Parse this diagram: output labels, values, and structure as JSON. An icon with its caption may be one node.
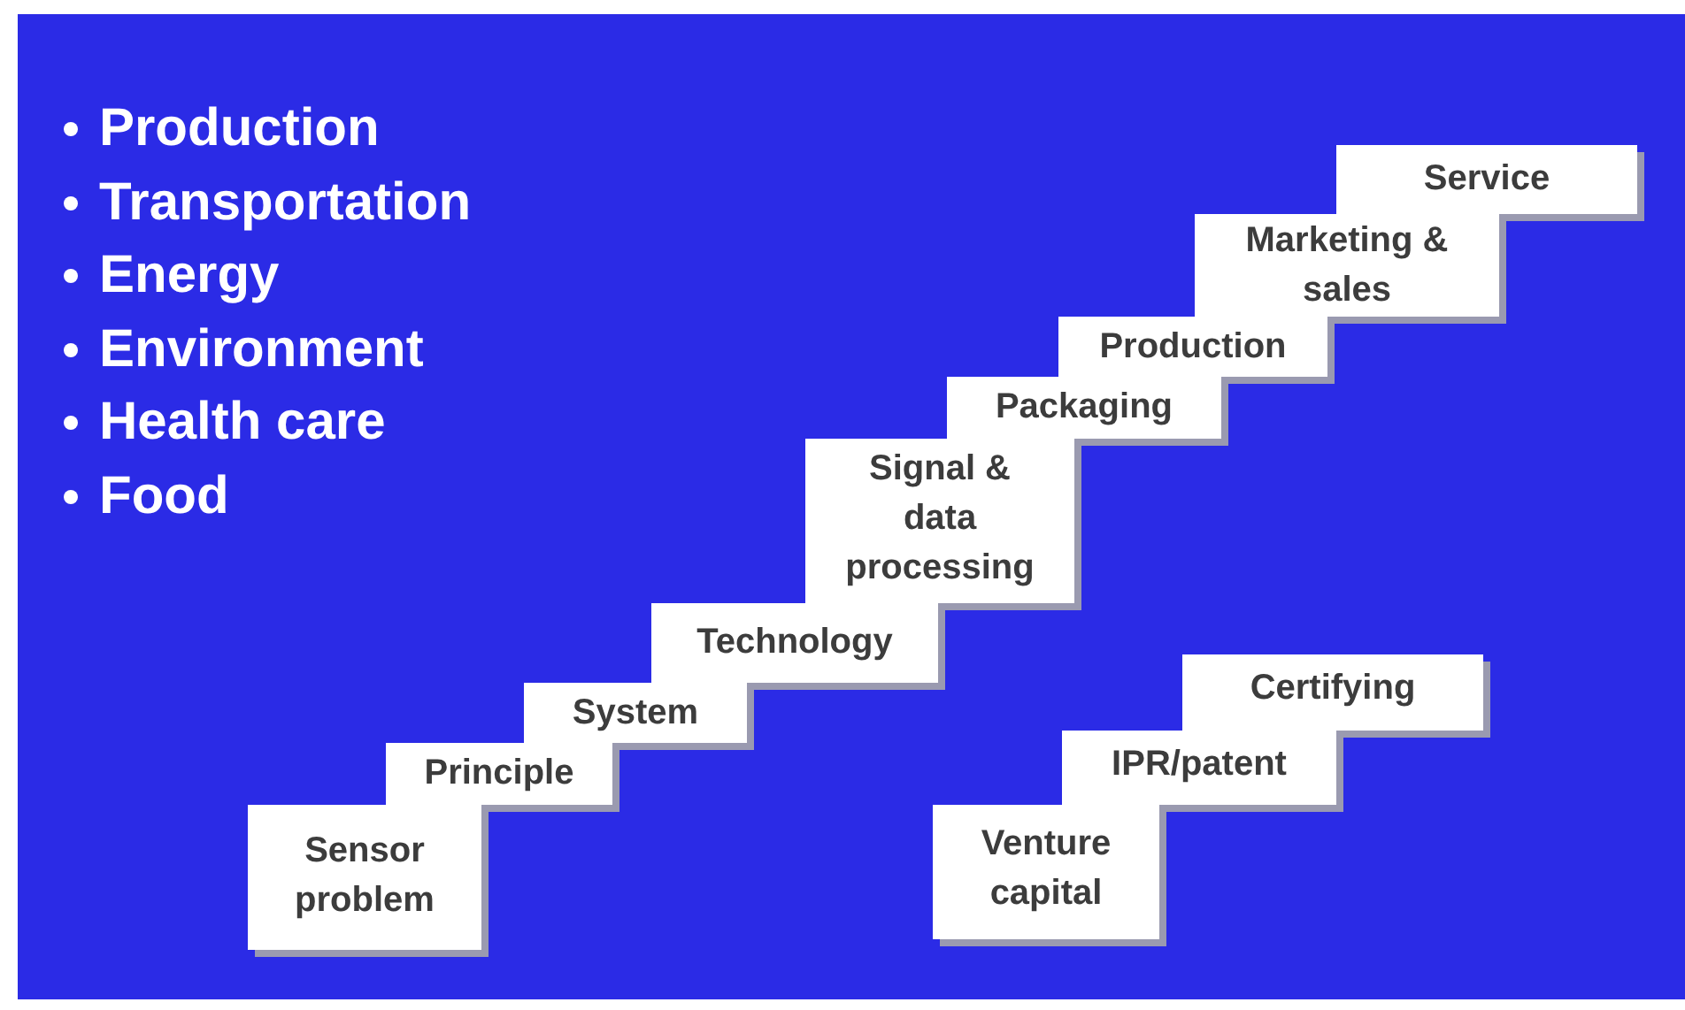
{
  "diagram": {
    "nodes": [
      {
        "text": [
          "Sensor problem"
        ]
      },
      {
        "text": [
          "Principle"
        ]
      },
      {
        "text": [
          "System"
        ]
      },
      {
        "text": [
          "Technology"
        ]
      },
      {
        "text": [
          "Signal & data processing"
        ]
      },
      {
        "text": [
          "Packaging"
        ]
      },
      {
        "text": [
          "Production"
        ]
      },
      {
        "text": [
          "Marketing & sales"
        ]
      },
      {
        "text": [
          "Service"
        ]
      },
      {
        "text": [
          "Venture capital"
        ]
      },
      {
        "text": [
          "IPR/patent"
        ]
      },
      {
        "text": [
          "Certifying"
        ]
      }
    ],
    "edges": [],
    "labels": [
      "Production",
      "Transportation",
      "Energy",
      "Environment",
      "Health care",
      "Food"
    ]
  }
}
